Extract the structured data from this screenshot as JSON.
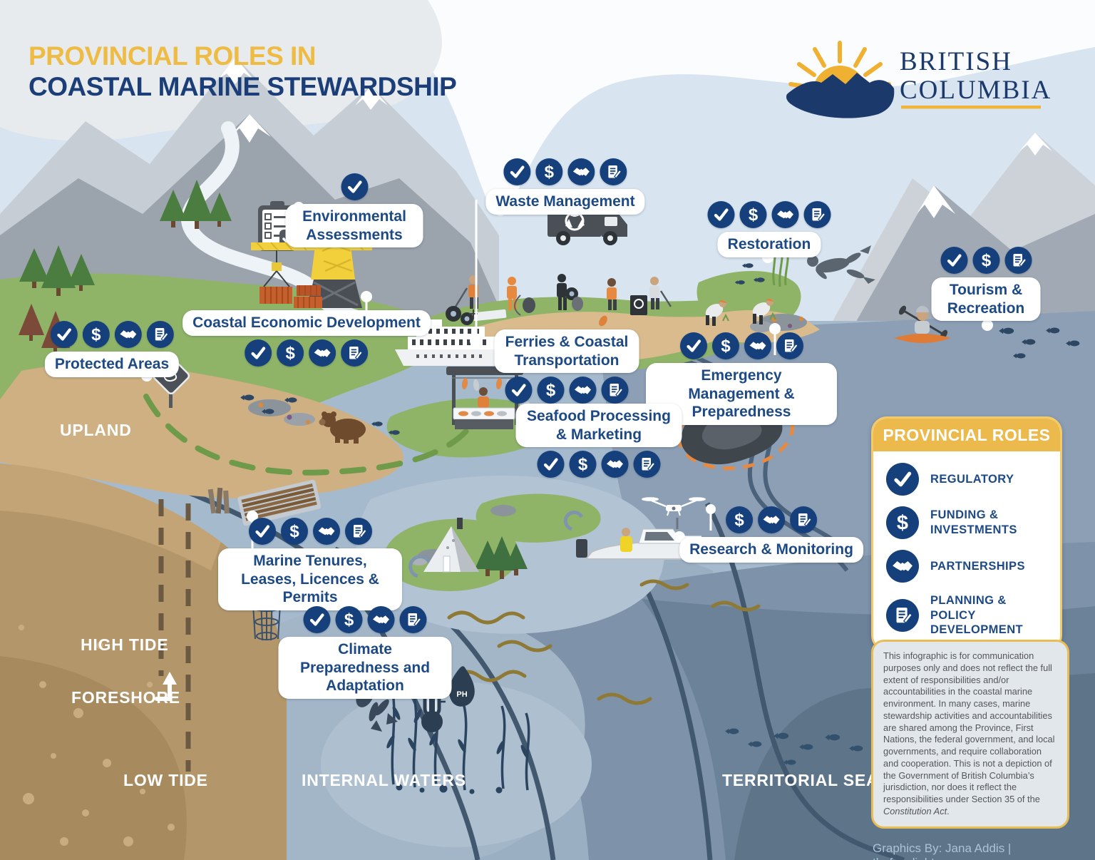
{
  "header": {
    "title_line1": "PROVINCIAL ROLES IN",
    "title_line2": "COASTAL MARINE STEWARDSHIP"
  },
  "logo": {
    "name_line1": "BRITISH",
    "name_line2": "COLUMBIA"
  },
  "icons": {
    "regulatory": "checkmark-in-circle",
    "funding_investments": "dollar-sign-in-circle",
    "partnerships": "handshake-in-circle",
    "planning_policy": "document-pencil-in-circle"
  },
  "colors": {
    "badge_navy": "#15407C",
    "label_text_navy": "#1D4A85",
    "accent_gold": "#ECB94D",
    "title_gold": "#EEBC45",
    "title_navy": "#1C3E78"
  },
  "activities": [
    {
      "id": "environmental-assessments",
      "label": "Environmental Assessments",
      "roles": [
        "regulatory"
      ]
    },
    {
      "id": "waste-management",
      "label": "Waste Management",
      "roles": [
        "regulatory",
        "funding_investments",
        "partnerships",
        "planning_policy"
      ]
    },
    {
      "id": "restoration",
      "label": "Restoration",
      "roles": [
        "regulatory",
        "funding_investments",
        "partnerships",
        "planning_policy"
      ]
    },
    {
      "id": "tourism-recreation",
      "label": "Tourism & Recreation",
      "roles": [
        "regulatory",
        "funding_investments",
        "planning_policy"
      ]
    },
    {
      "id": "protected-areas",
      "label": "Protected Areas",
      "roles": [
        "regulatory",
        "funding_investments",
        "partnerships",
        "planning_policy"
      ]
    },
    {
      "id": "coastal-economic-development",
      "label": "Coastal Economic Development",
      "roles": [
        "regulatory",
        "funding_investments",
        "partnerships",
        "planning_policy"
      ]
    },
    {
      "id": "ferries-coastal-transportation",
      "label": "Ferries & Coastal Transportation",
      "roles": [
        "regulatory",
        "funding_investments",
        "partnerships",
        "planning_policy"
      ]
    },
    {
      "id": "emergency-management-preparedness",
      "label": "Emergency Management & Preparedness",
      "roles": [
        "regulatory",
        "funding_investments",
        "partnerships",
        "planning_policy"
      ]
    },
    {
      "id": "seafood-processing-marketing",
      "label": "Seafood Processing & Marketing",
      "roles": [
        "regulatory",
        "funding_investments",
        "partnerships",
        "planning_policy"
      ]
    },
    {
      "id": "marine-tenures-leases-licences-permits",
      "label": "Marine Tenures, Leases, Licences & Permits",
      "roles": [
        "regulatory",
        "funding_investments",
        "partnerships",
        "planning_policy"
      ]
    },
    {
      "id": "research-monitoring",
      "label": "Research & Monitoring",
      "roles": [
        "funding_investments",
        "partnerships",
        "planning_policy"
      ]
    },
    {
      "id": "climate-preparedness-adaptation",
      "label": "Climate Preparedness and Adaptation",
      "roles": [
        "regulatory",
        "funding_investments",
        "partnerships",
        "planning_policy"
      ]
    }
  ],
  "zones": {
    "upland": "UPLAND",
    "high_tide": "HIGH TIDE",
    "foreshore": "FORESHORE",
    "low_tide": "LOW TIDE",
    "internal_waters": "INTERNAL WATERS",
    "territorial_sea": "TERRITORIAL SEA"
  },
  "legend": {
    "header": "PROVINCIAL ROLES",
    "items": [
      {
        "icon": "checkmark-in-circle",
        "label": "REGULATORY"
      },
      {
        "icon": "dollar-sign-in-circle",
        "label": "FUNDING & INVESTMENTS"
      },
      {
        "icon": "handshake-in-circle",
        "label": "PARTNERSHIPS"
      },
      {
        "icon": "document-pencil-in-circle",
        "label": "PLANNING & POLICY DEVELOPMENT"
      }
    ]
  },
  "disclaimer": {
    "text_before": "This infographic is for communication purposes only and does not reflect the full extent of responsibilities and/or accountabilities in the coastal marine environment. In many cases, marine stewardship activities and accountabilities are shared among the Province, First Nations, the federal government, and local governments, and require collaboration and cooperation. This is not a depiction of the Government of British Columbia’s jurisdiction, nor does it reflect the responsibilities under Section 35 of the ",
    "italic_text": "Constitution Act",
    "text_after": "."
  },
  "credit": "Graphics By: Jana Addis | thefuselight.com"
}
